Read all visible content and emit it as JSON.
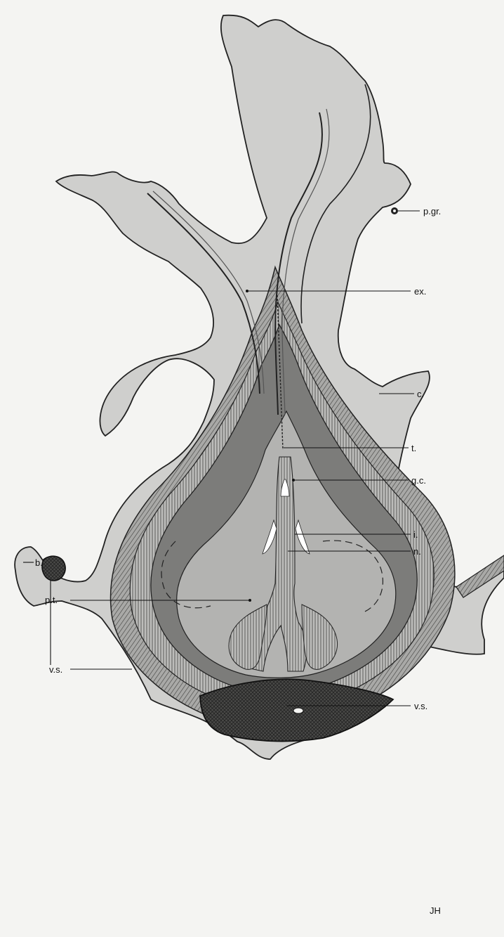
{
  "colors": {
    "background": "#f4f4f2",
    "outer_tissue": "#cfcfcd",
    "hatched_layer": "#9a9a98",
    "dark_layer": "#7c7c7a",
    "core": "#b3b3b1",
    "vessel": "#444444"
  },
  "labels": {
    "p_gr": "p.gr.",
    "ex": "ex.",
    "c": "c.",
    "t": "t.",
    "g_c": "g.c.",
    "i": "i.",
    "n": "n.",
    "b": "b.",
    "p_t": "p.t.",
    "v_s_left": "v.s.",
    "v_s_bottom": "v.s.",
    "signature": "JH"
  }
}
